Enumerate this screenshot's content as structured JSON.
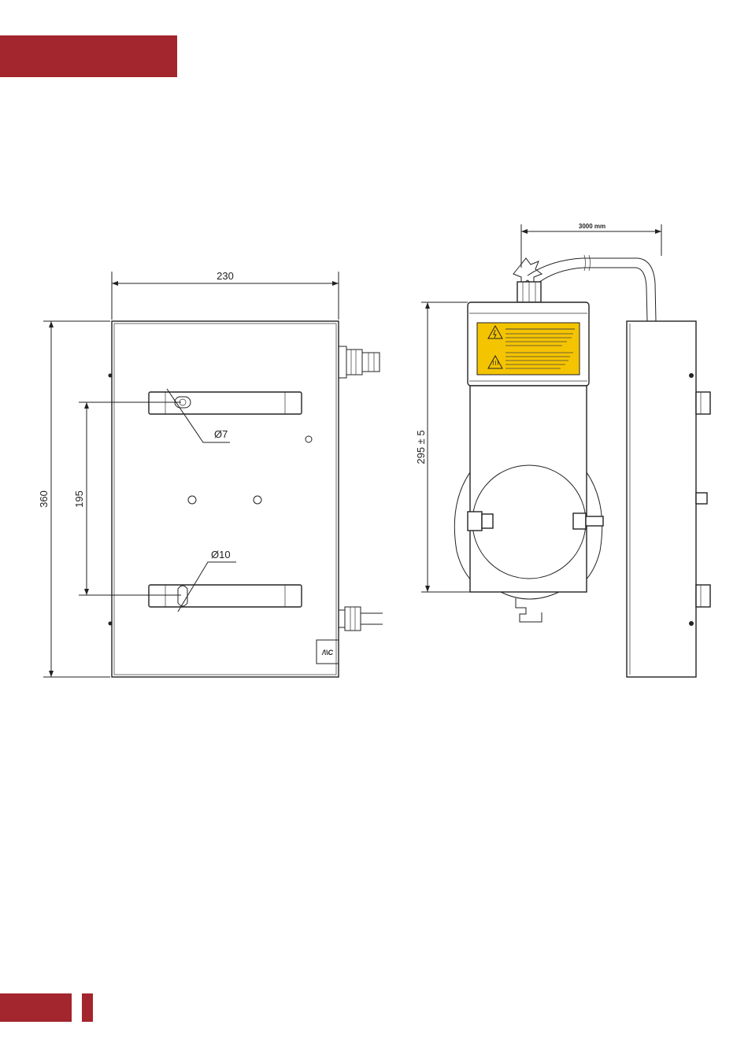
{
  "colors": {
    "accent": "#a3252d",
    "warning_label": "#f5c400",
    "line": "#222222"
  },
  "front_view": {
    "dim_width": "230",
    "dim_height": "360",
    "dim_slot_spacing": "195",
    "dim_upper_hole": "Ø7",
    "dim_lower_hole": "Ø10"
  },
  "side_view": {
    "dim_cable_length": "3000 mm",
    "dim_height": "295 ± 5"
  },
  "icons": [
    "warning-triangle-icon",
    "hot-surface-icon",
    "brand-logo"
  ]
}
